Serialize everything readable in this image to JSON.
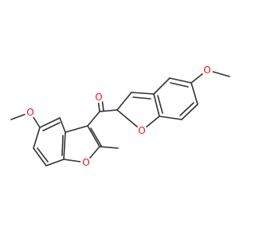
{
  "molecule": {
    "bond_color": "#333333",
    "heteroatom_color": "#ff0d0d",
    "atoms": [
      {
        "id": "o_carbonyl",
        "label": "O"
      },
      {
        "id": "o_methoxy_top_right",
        "label": "O"
      },
      {
        "id": "o_furan_top",
        "label": "O"
      },
      {
        "id": "o_methoxy_bottom_left",
        "label": "O"
      },
      {
        "id": "o_furan_bottom",
        "label": "O"
      }
    ]
  }
}
